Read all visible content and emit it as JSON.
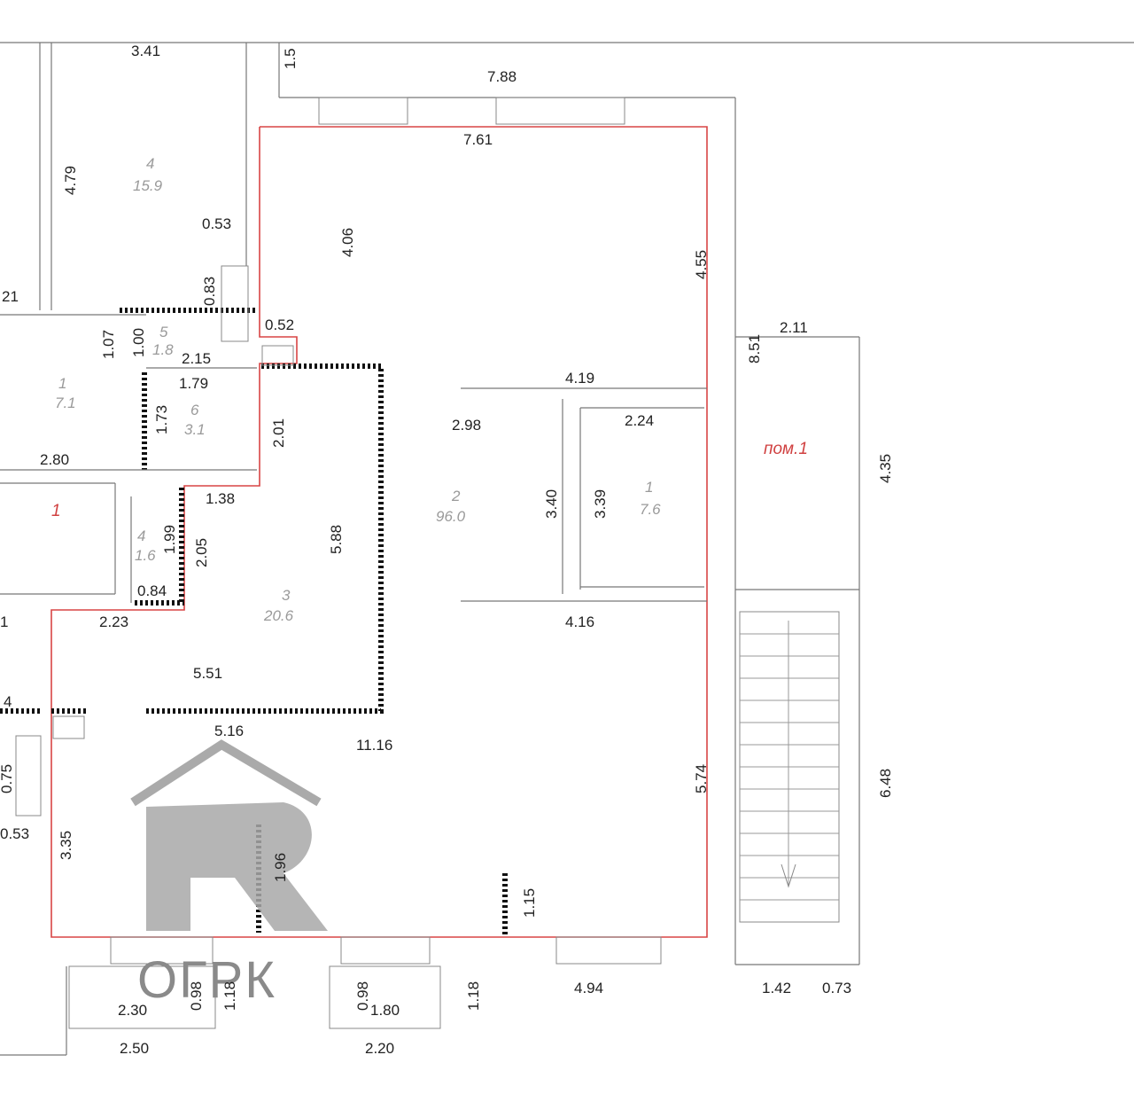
{
  "dimensions": {
    "d_3_41": "3.41",
    "d_1_5": "1.5",
    "d_7_88": "7.88",
    "d_7_61": "7.61",
    "d_4_79": "4.79",
    "d_0_53_top": "0.53",
    "d_4_06": "4.06",
    "d_4_55": "4.55",
    "d_0_83": "0.83",
    "d_21": "21",
    "d_1_07": "1.07",
    "d_1_00": "1.00",
    "d_0_52": "0.52",
    "d_8_51": "8.51",
    "d_2_11": "2.11",
    "d_2_15": "2.15",
    "d_4_19": "4.19",
    "d_1_79": "1.79",
    "d_1_73": "1.73",
    "d_2_01": "2.01",
    "d_2_98": "2.98",
    "d_2_24": "2.24",
    "d_4_35": "4.35",
    "d_2_80": "2.80",
    "d_1_38": "1.38",
    "d_3_40": "3.40",
    "d_3_39": "3.39",
    "d_5_88": "5.88",
    "d_1_99": "1.99",
    "d_2_05": "2.05",
    "d_0_84": "0.84",
    "d_2_23": "2.23",
    "d_4_16": "4.16",
    "d_1_left": "1",
    "d_5_51": "5.51",
    "d_4_left": "4",
    "d_5_16": "5.16",
    "d_11_16": "11.16",
    "d_5_74": "5.74",
    "d_6_48": "6.48",
    "d_0_75": "0.75",
    "d_0_53_bottom": "0.53",
    "d_3_35": "3.35",
    "d_1_96": "1.96",
    "d_1_15": "1.15",
    "d_0_98_a": "0.98",
    "d_1_18_a": "1.18",
    "d_0_98_b": "0.98",
    "d_1_80": "1.80",
    "d_1_18_b": "1.18",
    "d_4_94": "4.94",
    "d_1_42": "1.42",
    "d_0_73": "0.73",
    "d_2_30": "2.30",
    "d_2_50": "2.50",
    "d_2_20": "2.20"
  },
  "rooms": {
    "r4_num": "4",
    "r4_area": "15.9",
    "r5_num": "5",
    "r5_area": "1.8",
    "r1_num": "1",
    "r1_area": "7.1",
    "r6_num": "6",
    "r6_area": "3.1",
    "r1_red": "1",
    "r4b_num": "4",
    "r4b_area": "1.6",
    "r2_num": "2",
    "r2_area": "96.0",
    "r1b_num": "1",
    "r1b_area": "7.6",
    "r3_num": "3",
    "r3_area": "20.6"
  },
  "labels": {
    "pom": "пом.1"
  },
  "logo": {
    "text": "ОГРК"
  },
  "colors": {
    "outline": "#d84545",
    "wall": "#777777",
    "logo": "#8a8a8a"
  }
}
